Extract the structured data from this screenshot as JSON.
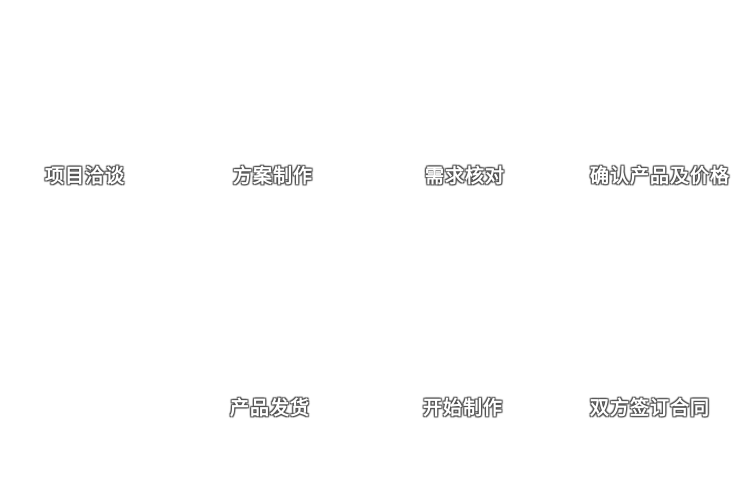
{
  "diagram": {
    "type": "process-flow",
    "background_color": "#ffffff",
    "label_text_color": "#ffffff",
    "label_outline_color": "#4d4d4d",
    "steps": [
      {
        "label": "项目洽谈"
      },
      {
        "label": "方案制作"
      },
      {
        "label": "需求核对"
      },
      {
        "label": "确认产品及价格"
      },
      {
        "label": "双方签订合同"
      },
      {
        "label": "开始制作"
      },
      {
        "label": "产品发货"
      }
    ]
  }
}
